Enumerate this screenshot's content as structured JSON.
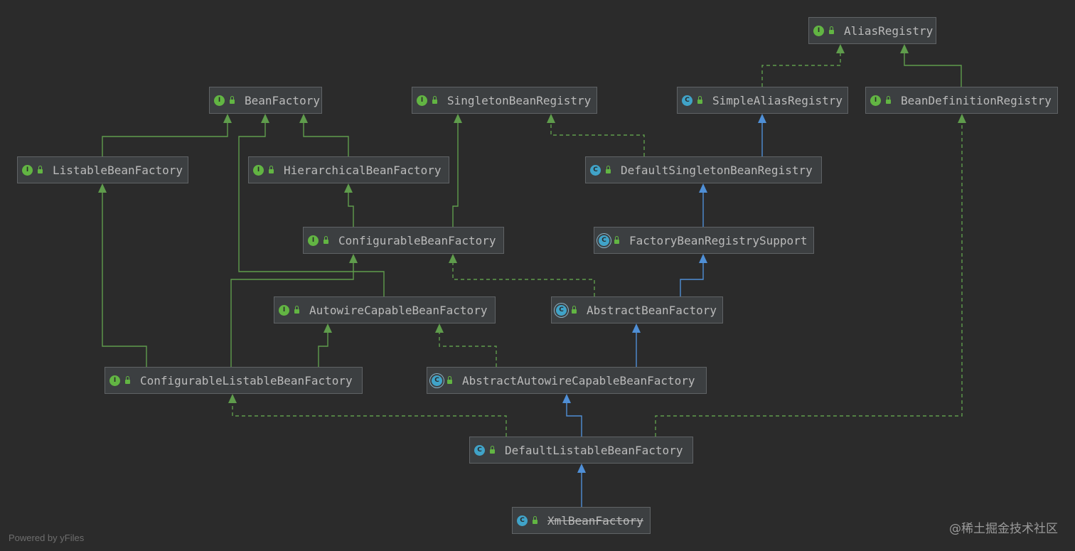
{
  "colors": {
    "background": "#2b2b2b",
    "node_fill": "#3c3f41",
    "node_border": "#606366",
    "text": "#bbbbbb",
    "interface_extends": "#5f9c4c",
    "class_extends": "#4f8fd6",
    "interface_badge": "#62b543",
    "class_badge": "#40a3c8"
  },
  "nodes": [
    {
      "id": "AliasRegistry",
      "label": "AliasRegistry",
      "kind": "interface",
      "badge": "I"
    },
    {
      "id": "BeanFactory",
      "label": "BeanFactory",
      "kind": "interface",
      "badge": "I"
    },
    {
      "id": "SingletonBeanRegistry",
      "label": "SingletonBeanRegistry",
      "kind": "interface",
      "badge": "I"
    },
    {
      "id": "SimpleAliasRegistry",
      "label": "SimpleAliasRegistry",
      "kind": "class",
      "badge": "C"
    },
    {
      "id": "BeanDefinitionRegistry",
      "label": "BeanDefinitionRegistry",
      "kind": "interface",
      "badge": "I"
    },
    {
      "id": "ListableBeanFactory",
      "label": "ListableBeanFactory",
      "kind": "interface",
      "badge": "I"
    },
    {
      "id": "HierarchicalBeanFactory",
      "label": "HierarchicalBeanFactory",
      "kind": "interface",
      "badge": "I"
    },
    {
      "id": "DefaultSingletonBeanRegistry",
      "label": "DefaultSingletonBeanRegistry",
      "kind": "class",
      "badge": "C"
    },
    {
      "id": "ConfigurableBeanFactory",
      "label": "ConfigurableBeanFactory",
      "kind": "interface",
      "badge": "I"
    },
    {
      "id": "FactoryBeanRegistrySupport",
      "label": "FactoryBeanRegistrySupport",
      "kind": "abstract",
      "badge": "C"
    },
    {
      "id": "AutowireCapableBeanFactory",
      "label": "AutowireCapableBeanFactory",
      "kind": "interface",
      "badge": "I"
    },
    {
      "id": "AbstractBeanFactory",
      "label": "AbstractBeanFactory",
      "kind": "abstract",
      "badge": "C"
    },
    {
      "id": "ConfigurableListableBeanFactory",
      "label": "ConfigurableListableBeanFactory",
      "kind": "interface",
      "badge": "I"
    },
    {
      "id": "AbstractAutowireCapableBeanFactory",
      "label": "AbstractAutowireCapableBeanFactory",
      "kind": "abstract",
      "badge": "C"
    },
    {
      "id": "DefaultListableBeanFactory",
      "label": "DefaultListableBeanFactory",
      "kind": "class",
      "badge": "C"
    },
    {
      "id": "XmlBeanFactory",
      "label": "XmlBeanFactory",
      "kind": "class",
      "badge": "C",
      "deprecated": true
    }
  ],
  "edges": [
    {
      "from": "SimpleAliasRegistry",
      "to": "AliasRegistry",
      "type": "implements"
    },
    {
      "from": "BeanDefinitionRegistry",
      "to": "AliasRegistry",
      "type": "extends-interface"
    },
    {
      "from": "ListableBeanFactory",
      "to": "BeanFactory",
      "type": "extends-interface"
    },
    {
      "from": "HierarchicalBeanFactory",
      "to": "BeanFactory",
      "type": "extends-interface"
    },
    {
      "from": "AutowireCapableBeanFactory",
      "to": "BeanFactory",
      "type": "extends-interface"
    },
    {
      "from": "ConfigurableBeanFactory",
      "to": "HierarchicalBeanFactory",
      "type": "extends-interface"
    },
    {
      "from": "ConfigurableBeanFactory",
      "to": "SingletonBeanRegistry",
      "type": "extends-interface"
    },
    {
      "from": "DefaultSingletonBeanRegistry",
      "to": "SingletonBeanRegistry",
      "type": "implements"
    },
    {
      "from": "DefaultSingletonBeanRegistry",
      "to": "SimpleAliasRegistry",
      "type": "extends-class"
    },
    {
      "from": "FactoryBeanRegistrySupport",
      "to": "DefaultSingletonBeanRegistry",
      "type": "extends-class"
    },
    {
      "from": "AbstractBeanFactory",
      "to": "FactoryBeanRegistrySupport",
      "type": "extends-class"
    },
    {
      "from": "AbstractBeanFactory",
      "to": "ConfigurableBeanFactory",
      "type": "implements"
    },
    {
      "from": "ConfigurableListableBeanFactory",
      "to": "ListableBeanFactory",
      "type": "extends-interface"
    },
    {
      "from": "ConfigurableListableBeanFactory",
      "to": "ConfigurableBeanFactory",
      "type": "extends-interface"
    },
    {
      "from": "ConfigurableListableBeanFactory",
      "to": "AutowireCapableBeanFactory",
      "type": "extends-interface"
    },
    {
      "from": "AbstractAutowireCapableBeanFactory",
      "to": "AbstractBeanFactory",
      "type": "extends-class"
    },
    {
      "from": "AbstractAutowireCapableBeanFactory",
      "to": "AutowireCapableBeanFactory",
      "type": "implements"
    },
    {
      "from": "DefaultListableBeanFactory",
      "to": "AbstractAutowireCapableBeanFactory",
      "type": "extends-class"
    },
    {
      "from": "DefaultListableBeanFactory",
      "to": "ConfigurableListableBeanFactory",
      "type": "implements"
    },
    {
      "from": "DefaultListableBeanFactory",
      "to": "BeanDefinitionRegistry",
      "type": "implements"
    },
    {
      "from": "XmlBeanFactory",
      "to": "DefaultListableBeanFactory",
      "type": "extends-class"
    }
  ],
  "footer": {
    "powered_by": "Powered by yFiles",
    "watermark": "@稀土掘金技术社区"
  }
}
